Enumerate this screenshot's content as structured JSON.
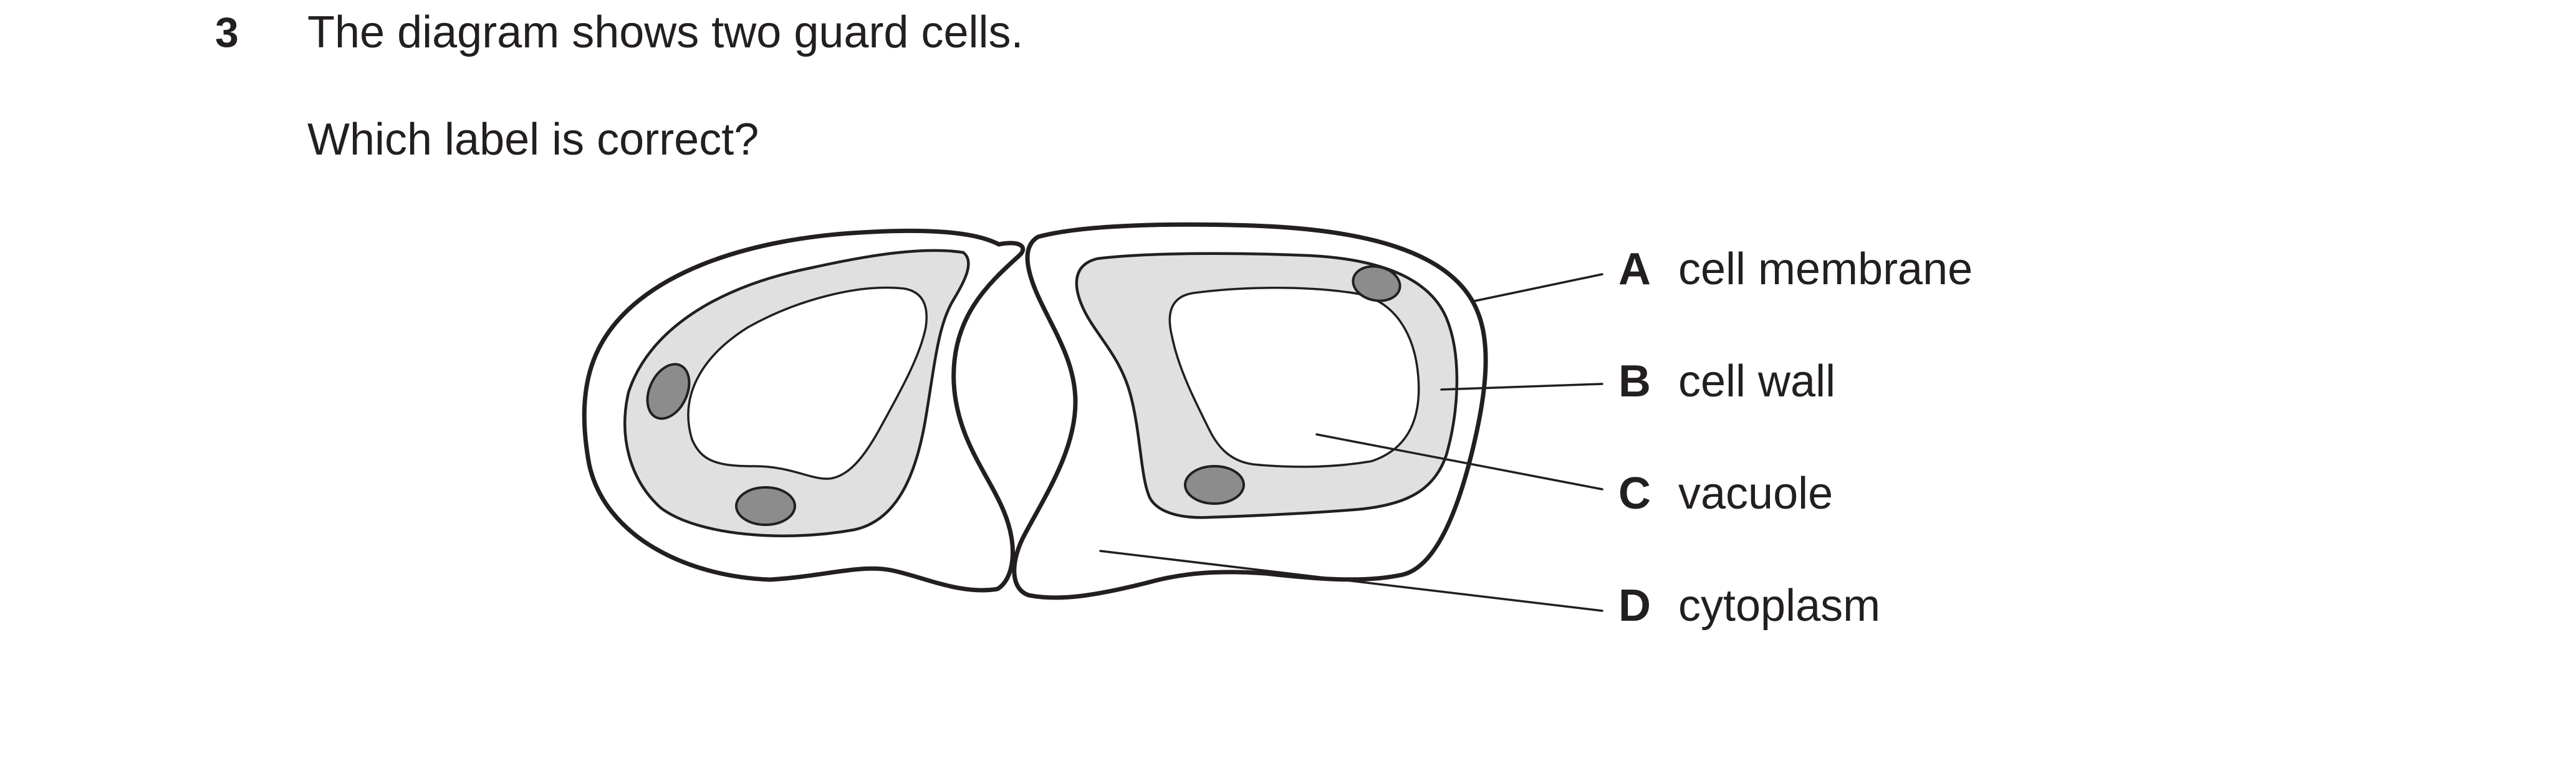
{
  "question": {
    "number": "3",
    "stem": "The diagram shows two guard cells.",
    "prompt": "Which label is correct?"
  },
  "options": [
    {
      "letter": "A",
      "text": "cell membrane"
    },
    {
      "letter": "B",
      "text": "cell wall"
    },
    {
      "letter": "C",
      "text": "vacuole"
    },
    {
      "letter": "D",
      "text": "cytoplasm"
    }
  ],
  "colors": {
    "ink": "#231f20",
    "cytoplasm_fill": "#e0e0e0",
    "chloroplast_fill": "#8c8c8c",
    "background": "#ffffff"
  }
}
